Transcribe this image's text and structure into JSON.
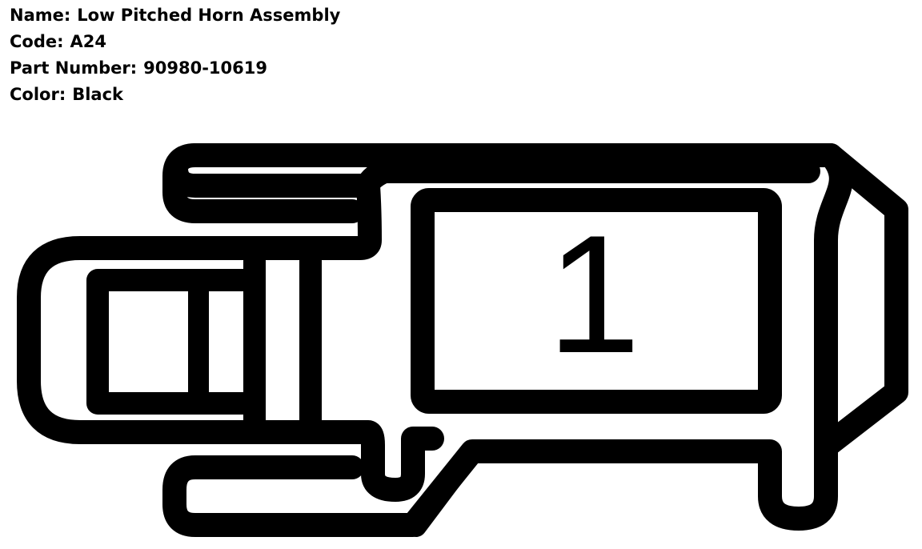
{
  "part_info": {
    "name_label": "Name:",
    "name_value": "Low Pitched Horn Assembly",
    "code_label": "Code:",
    "code_value": "A24",
    "part_number_label": "Part Number:",
    "part_number_value": "90980-10619",
    "color_label": "Color:",
    "color_value": "Black"
  },
  "connector": {
    "pin_label": "1",
    "stroke_color": "#000000",
    "background_color": "#ffffff"
  }
}
